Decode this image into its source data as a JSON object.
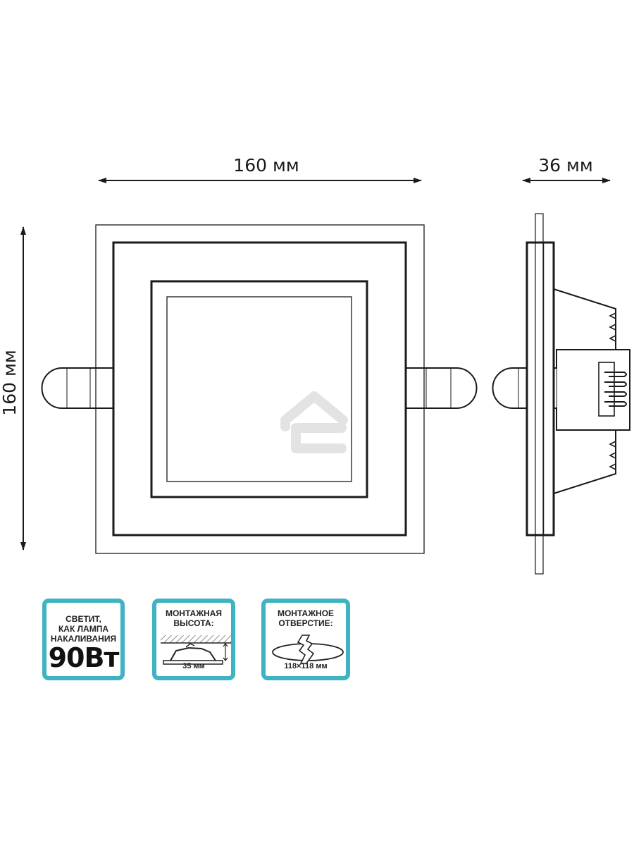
{
  "dimensions": {
    "width_label": "160 мм",
    "height_label": "160 мм",
    "depth_label": "36 мм"
  },
  "badges": {
    "brightness": {
      "line1": "СВЕТИТ,",
      "line2": "КАК ЛАМПА",
      "line3": "НАКАЛИВАНИЯ",
      "value": "90Вт"
    },
    "mounting_height": {
      "line1": "МОНТАЖНАЯ",
      "line2": "ВЫСОТА:",
      "value": "35 мм"
    },
    "mounting_hole": {
      "line1": "МОНТАЖНОЕ",
      "line2": "ОТВЕРСТИЕ:",
      "value": "118×118 мм"
    }
  },
  "colors": {
    "accent": "#3fb3c1",
    "line": "#1a1a1a",
    "watermark": "#e3e3e3"
  }
}
